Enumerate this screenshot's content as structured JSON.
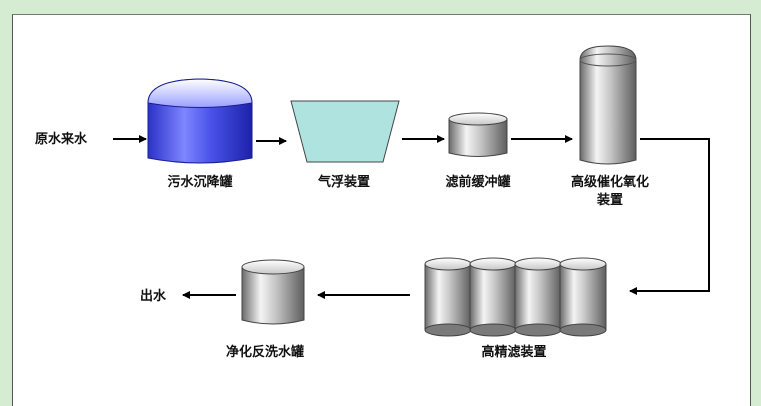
{
  "input_label": "原水来水",
  "output_label": "出水",
  "equipment": {
    "sedimentation_tank": "污水沉降罐",
    "flotation_unit": "气浮装置",
    "pre_filter_buffer_tank": "滤前缓冲罐",
    "oxidation_unit_line1": "高级催化氧化",
    "oxidation_unit_line2": "装置",
    "fine_filter_unit": "高精滤装置",
    "backwash_tank": "净化反洗水罐"
  },
  "colors": {
    "background": "#d6ecd2",
    "panel": "#ffffff",
    "sedimentation_tank": "#3a45e0",
    "flotation_unit": "#aee3e0",
    "steel": "#9a9a9a",
    "arrows": "#000000"
  }
}
